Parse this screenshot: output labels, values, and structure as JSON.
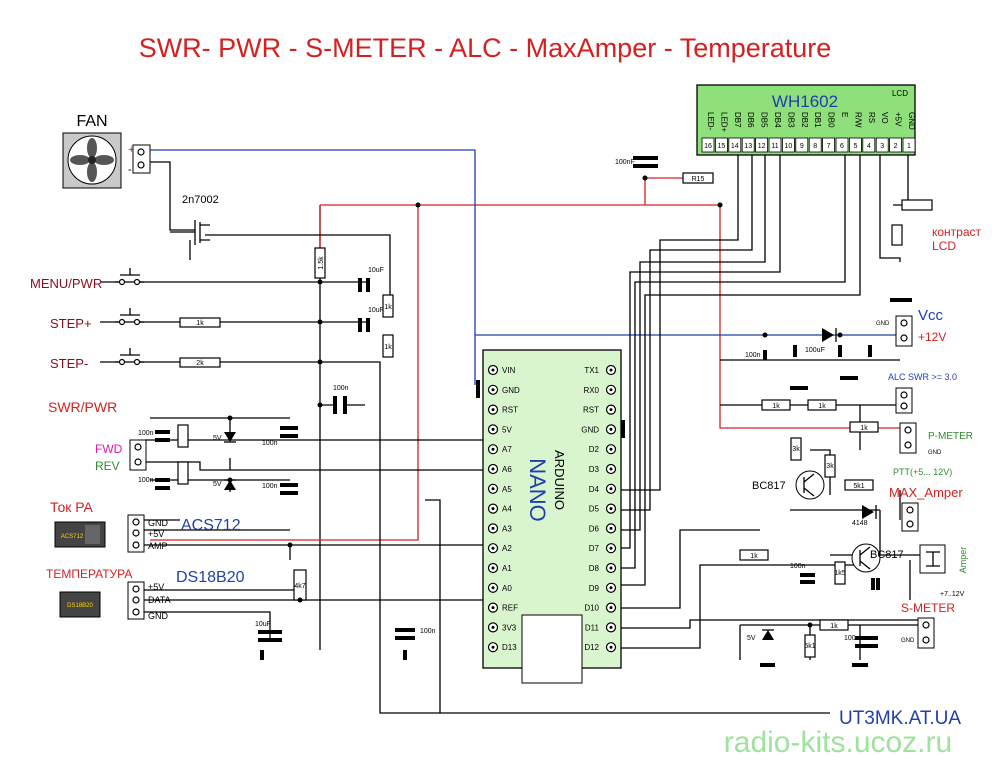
{
  "title": "SWR- PWR -  S-METER - ALC - MaxAmper - Temperature",
  "colors": {
    "title": "#d62020",
    "lcd_bg": "#8fe07a",
    "board_bg": "#d9f5ce",
    "blue": "#1f3fae",
    "red": "#d62020",
    "green": "#2e8b2e",
    "magenta": "#e01bb4"
  },
  "lcd": {
    "name": "WH1602",
    "tag": "LCD",
    "pin_labels": [
      "LED-",
      "LED+",
      "DB7",
      "DB6",
      "DB5",
      "DB4",
      "DB3",
      "DB2",
      "DB1",
      "DB0",
      "E",
      "R/W",
      "RS",
      "VO",
      "+5V",
      "GND"
    ],
    "pin_numbers": [
      "16",
      "15",
      "14",
      "13",
      "12",
      "11",
      "10",
      "9",
      "8",
      "7",
      "6",
      "5",
      "4",
      "3",
      "2",
      "1"
    ]
  },
  "fan": {
    "label": "FAN",
    "plus": "+",
    "minus": "-"
  },
  "mosfet": "2n7002",
  "buttons": {
    "menu": "MENU/PWR",
    "step_plus": "STEP+",
    "step_minus": "STEP-"
  },
  "swr_pwr": {
    "label": "SWR/PWR",
    "fwd": "FWD",
    "rev": "REV"
  },
  "current_sensor": {
    "label": "Ток PA",
    "chip": "ACS712",
    "name": "ACS712",
    "pins": [
      "GND",
      "+5V",
      "AMP"
    ]
  },
  "temp_sensor": {
    "label": "ТЕМПЕРАТУРА",
    "chip": "DS18B20",
    "name": "DS18B20",
    "pins": [
      "+5V",
      "DATA",
      "GND"
    ]
  },
  "nano": {
    "brand": "ARDUINO",
    "model": "NANO",
    "left_pins": [
      "VIN",
      "GND",
      "RST",
      "5V",
      "A7",
      "A6",
      "A5",
      "A4",
      "A3",
      "A2",
      "A1",
      "A0",
      "REF",
      "3V3",
      "D13"
    ],
    "right_pins": [
      "TX1",
      "RX0",
      "RST",
      "GND",
      "D2",
      "D3",
      "D4",
      "D5",
      "D6",
      "D7",
      "D8",
      "D9",
      "D10",
      "D11",
      "D12"
    ]
  },
  "right_side": {
    "contrast": "контраст\nLCD",
    "vcc": "Vcc",
    "vcc_value": "+12V",
    "gnd": "GND",
    "alc": "ALC SWR >= 3.0",
    "pmeter": "P-METER",
    "ptt": "PTT(+5... 12V)",
    "bc817_1": "BC817",
    "bc817_2": "BC817",
    "max_amper": "MAX_Amper",
    "amper": "Amper",
    "amper_supply": "+7..12V",
    "smeter": "S-METER"
  },
  "parts": {
    "r_lcd": "R15",
    "c_lcd": "100nF",
    "r_1k_step": "1k",
    "r_2k": "2k",
    "r_15k": "1.5k",
    "c_10uf": "10uF",
    "r_1k": "1k",
    "c_100n": "100n",
    "z_5v": "5V",
    "r_4k7": "4k7",
    "d_4148": "4148",
    "c_10uf_cap": "10uF",
    "c_100uf": "100uF",
    "r_5k1": "5k1",
    "r_3k": "3k",
    "r_1k5": "1k5"
  },
  "footer": {
    "site1": "UT3MK.AT.UA",
    "site2": "radio-kits.ucoz.ru"
  }
}
